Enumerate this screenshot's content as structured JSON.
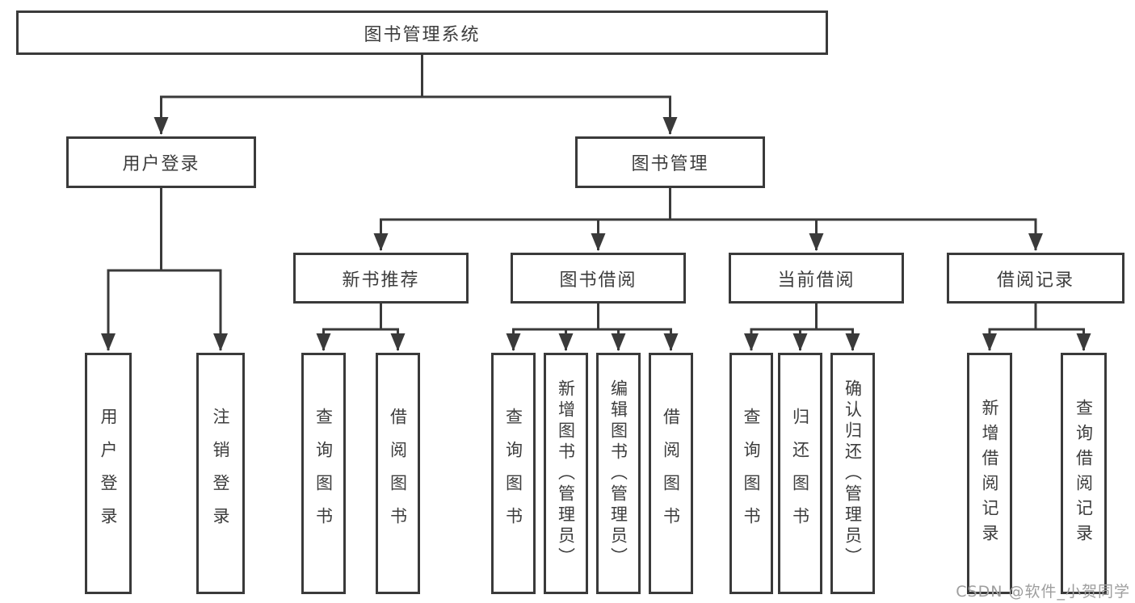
{
  "watermark": {
    "text": "CSDN @软件_小贺同学"
  },
  "tree": {
    "label": "图书管理系统",
    "children": [
      {
        "label": "用户登录",
        "children": [
          {
            "label": "用户登录"
          },
          {
            "label": "注销登录"
          }
        ]
      },
      {
        "label": "图书管理",
        "children": [
          {
            "label": "新书推荐",
            "children": [
              {
                "label": "查询图书"
              },
              {
                "label": "借阅图书"
              }
            ]
          },
          {
            "label": "图书借阅",
            "children": [
              {
                "label": "查询图书"
              },
              {
                "label": "新增图书（管理员）"
              },
              {
                "label": "编辑图书（管理员）"
              },
              {
                "label": "借阅图书"
              }
            ]
          },
          {
            "label": "当前借阅",
            "children": [
              {
                "label": "查询图书"
              },
              {
                "label": "归还图书"
              },
              {
                "label": "确认归还（管理员）"
              }
            ]
          },
          {
            "label": "借阅记录",
            "children": [
              {
                "label": "新增借阅记录"
              },
              {
                "label": "查询借阅记录"
              }
            ]
          }
        ]
      }
    ]
  },
  "colors": {
    "line": "#3a3a3a",
    "text": "#3d3d3d",
    "watermark": "#9e9e9e"
  }
}
